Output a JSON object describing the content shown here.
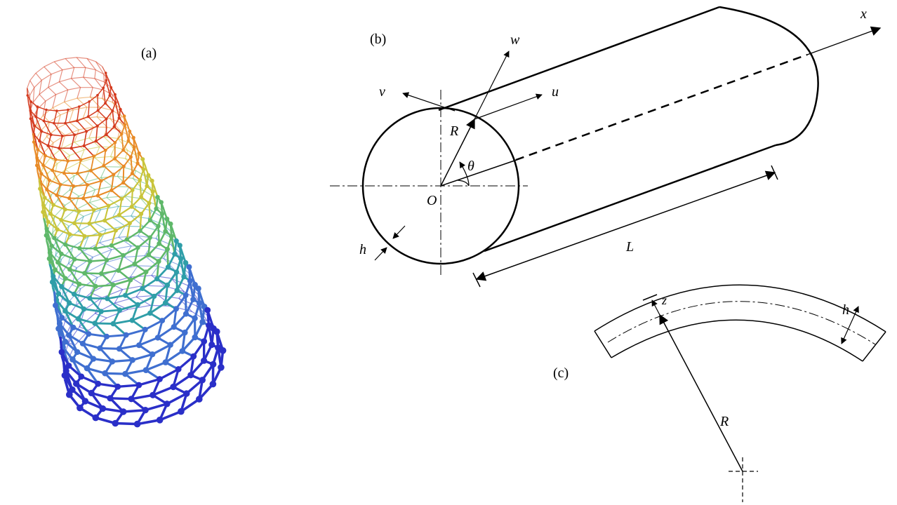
{
  "panels": {
    "a": "(a)",
    "b": "(b)",
    "c": "(c)"
  },
  "symbols": {
    "x": "x",
    "w": "w",
    "u": "u",
    "v": "v",
    "R": "R",
    "theta": "θ",
    "O": "O",
    "h": "h",
    "L": "L",
    "z": "z",
    "R_c": "R",
    "h_c": "h"
  },
  "nanotube": {
    "colors": [
      "#d43a1e",
      "#e88a26",
      "#c9c43a",
      "#5fb86a",
      "#2f9ea8",
      "#3f6fd0",
      "#2a2fc8"
    ]
  }
}
